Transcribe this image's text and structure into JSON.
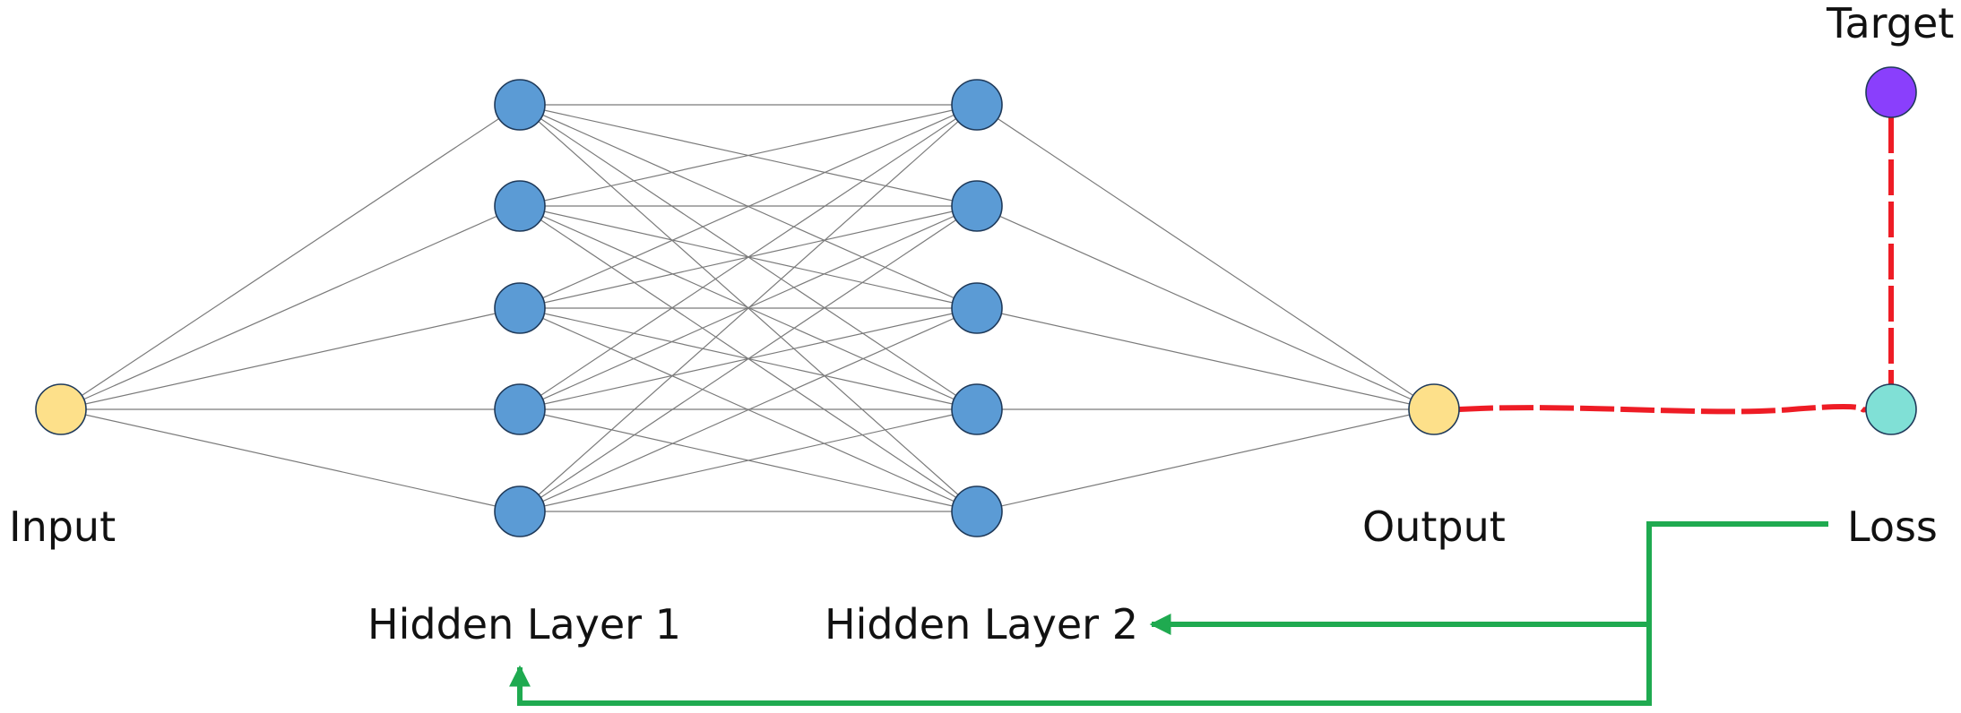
{
  "labels": {
    "input": "Input",
    "hidden1": "Hidden Layer 1",
    "hidden2": "Hidden Layer 2",
    "output": "Output",
    "target": "Target",
    "loss": "Loss"
  },
  "network": {
    "input_nodes": 1,
    "hidden1_nodes": 5,
    "hidden2_nodes": 5,
    "output_nodes": 1
  },
  "colors": {
    "input_node": "#fde08a",
    "hidden_node": "#5b9bd5",
    "output_node": "#fde08a",
    "target_node": "#8a3ffc",
    "loss_node": "#80e0d6",
    "edge": "#7a7a7a",
    "loss_link": "#ee1c25",
    "backprop": "#1faa50",
    "node_stroke": "#1f3a5a"
  }
}
